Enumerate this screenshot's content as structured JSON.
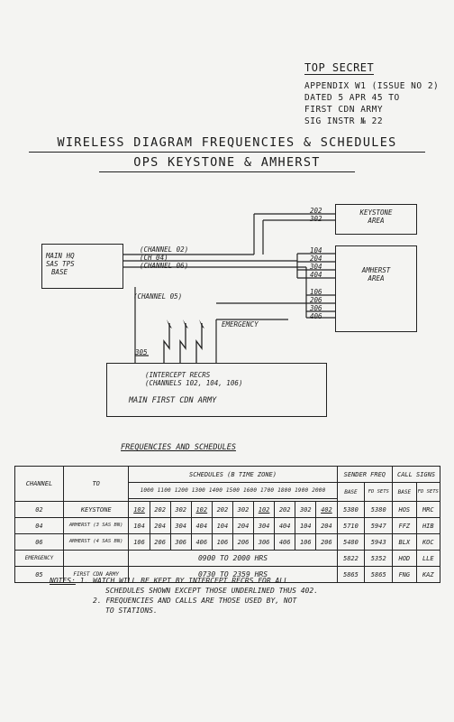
{
  "header": {
    "classification": "TOP SECRET",
    "line1": "APPENDIX W1 (ISSUE NO 2)",
    "line2": "DATED 5 APR 45 TO",
    "line3": "FIRST CDN ARMY",
    "line4": "SIG INSTR № 22"
  },
  "title": {
    "main": "WIRELESS DIAGRAM FREQUENCIES & SCHEDULES",
    "sub": "OPS KEYSTONE & AMHERST"
  },
  "diagram": {
    "main_hq": [
      "MAIN HQ",
      "SAS TPS",
      "BASE"
    ],
    "keystone": [
      "KEYSTONE",
      "AREA"
    ],
    "amherst": [
      "AMHERST",
      "AREA"
    ],
    "channels": [
      "(CHANNEL 02)",
      "(CH 04)",
      "(CHANNEL 06)"
    ],
    "channel05": "(CHANNEL 05)",
    "keystone_freqs": [
      "202",
      "302"
    ],
    "amherst_freqs_a": [
      "104",
      "204",
      "304",
      "404"
    ],
    "amherst_freqs_b": [
      "106",
      "206",
      "306",
      "406"
    ],
    "emergency": "EMERGENCY",
    "freq305": "305",
    "intercept": [
      "(INTERCEPT RECRS",
      "(CHANNELS 102, 104, 106)"
    ],
    "main_army": "MAIN FIRST CDN ARMY"
  },
  "schedules": {
    "heading": "FREQUENCIES AND SCHEDULES",
    "col_channel": "CHANNEL",
    "col_to": "TO",
    "col_schedules": "SCHEDULES (B TIME ZONE)",
    "col_sender": "SENDER FREQ",
    "col_calls": "CALL SIGNS",
    "times": [
      "1000",
      "1100",
      "1200",
      "1300",
      "1400",
      "1500",
      "1600",
      "1700",
      "1800",
      "1900",
      "2000"
    ],
    "sub_base": "BASE",
    "sub_fdsets": "FD SETS",
    "sub_base2": "BASE",
    "sub_fdsets2": "FD SETS",
    "rows": [
      {
        "channel": "02",
        "to": "KEYSTONE",
        "s": [
          "102",
          "202",
          "302",
          "102",
          "202",
          "302",
          "102",
          "202",
          "302",
          "402"
        ],
        "base": "5380",
        "fd": "5380",
        "cb": "HOS",
        "cf": "MRC"
      },
      {
        "channel": "04",
        "to": "AMHERST (3 SAS BN)",
        "s": [
          "104",
          "204",
          "304",
          "404",
          "104",
          "204",
          "304",
          "404",
          "104",
          "204"
        ],
        "base": "5710",
        "fd": "5947",
        "cb": "FFZ",
        "cf": "HIB"
      },
      {
        "channel": "06",
        "to": "AMHERST (4 SAS BN)",
        "s": [
          "106",
          "206",
          "306",
          "406",
          "106",
          "206",
          "306",
          "406",
          "106",
          "206"
        ],
        "base": "5480",
        "fd": "5943",
        "cb": "BLX",
        "cf": "KOC"
      },
      {
        "channel": "EMERGENCY",
        "to": "",
        "span": "0900 TO 2000 HRS",
        "base": "5822",
        "fd": "5352",
        "cb": "HOD",
        "cf": "LLE"
      },
      {
        "channel": "05",
        "to": "FIRST CDN ARMY",
        "span": "0730 TO 2359 HRS",
        "base": "5865",
        "fd": "5865",
        "cb": "FNG",
        "cf": "KAZ"
      }
    ]
  },
  "notes": {
    "label": "NOTES:",
    "n1a": "1. WATCH WILL BE KEPT BY INTERCEPT RECRS FOR ALL",
    "n1b": "SCHEDULES SHOWN EXCEPT THOSE UNDERLINED THUS 402.",
    "n2a": "2. FREQUENCIES AND CALLS ARE THOSE USED BY, NOT",
    "n2b": "TO STATIONS."
  }
}
